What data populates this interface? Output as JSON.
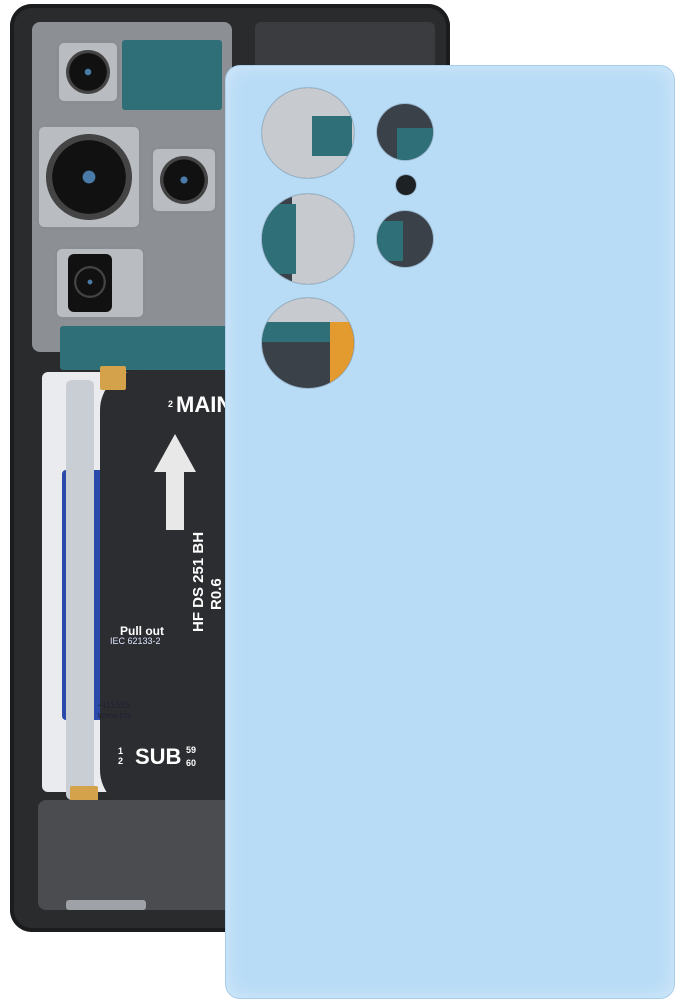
{
  "board_labels": {
    "main_number": "2",
    "main": "MAIN",
    "sub_numbers": [
      "1",
      "2"
    ],
    "sub": "SUB",
    "sub_pins": [
      "59",
      "60"
    ],
    "hf": "HF DS 251 BH",
    "revision": "R0.6",
    "pull_out": "Pull out",
    "iec": "IEC 62133-2",
    "cert": "-411525",
    "web": "www.bis"
  },
  "colors": {
    "cover": "#b9dcf6",
    "frame": "#2a2b2d",
    "pcb": "#2f6f78",
    "battery_label": "#2a49a8"
  }
}
